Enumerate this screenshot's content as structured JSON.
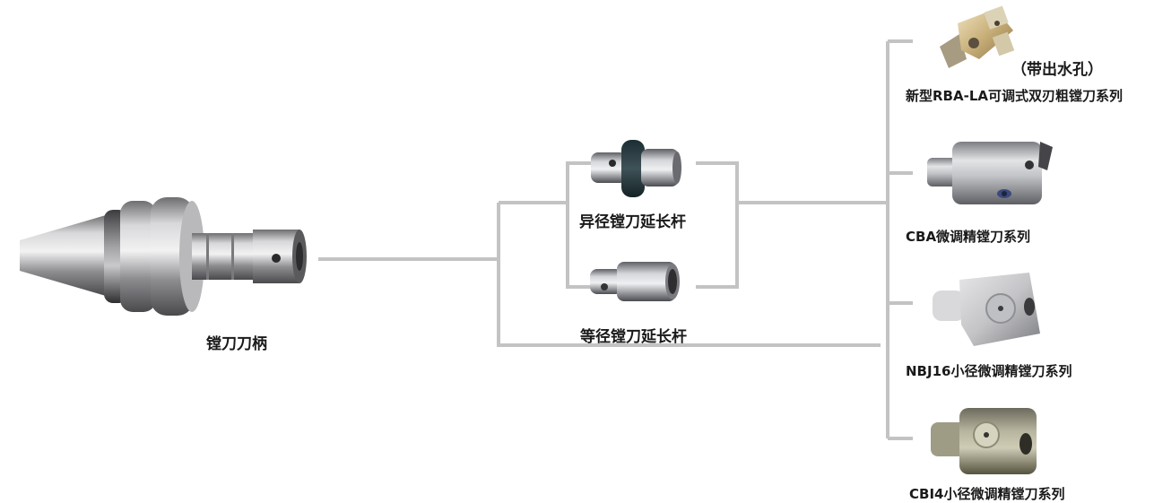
{
  "nodes": {
    "holder": {
      "label": "镗刀刀柄"
    },
    "ext_reducing": {
      "label": "异径镗刀延长杆"
    },
    "ext_straight": {
      "label": "等径镗刀延长杆"
    },
    "rba": {
      "note": "（带出水孔）",
      "label": "新型RBA-LA可调式双刃粗镗刀系列"
    },
    "cba": {
      "label": "CBA微调精镗刀系列"
    },
    "nbj16": {
      "label": "NBJ16小径微调精镗刀系列"
    },
    "cbi4": {
      "label": "CBI4小径微调精镗刀系列"
    }
  },
  "colors": {
    "connector": "#c3c3c3",
    "label": "#1a1a1a"
  }
}
